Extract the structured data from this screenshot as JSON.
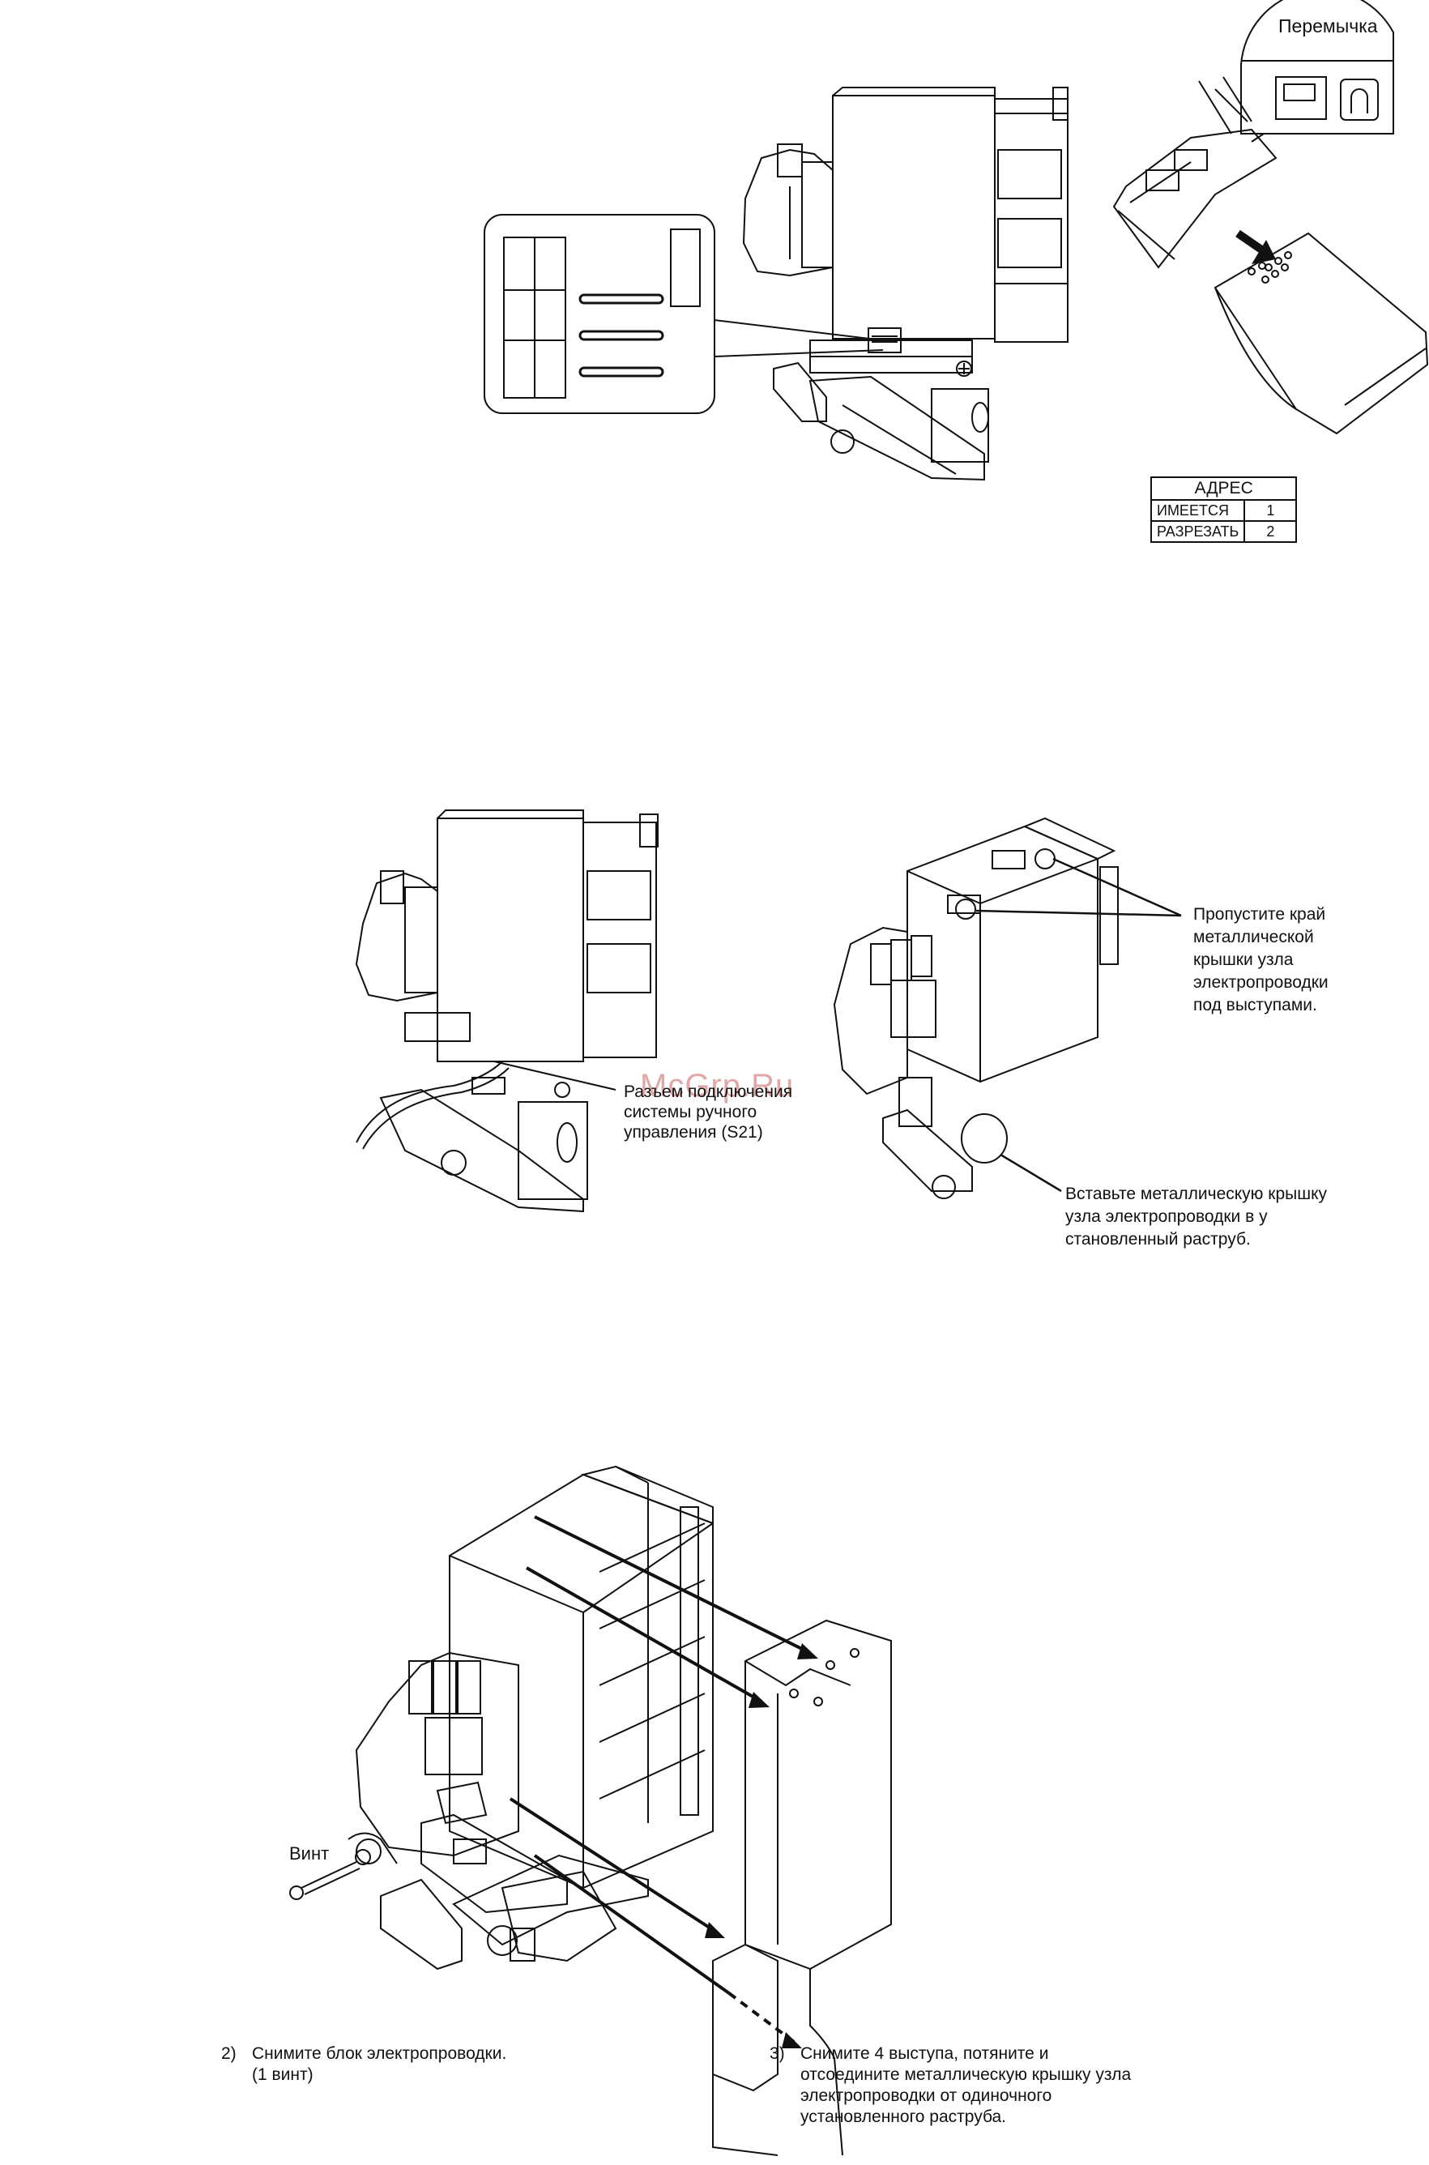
{
  "figure1": {
    "jumper_label": "Перемычка",
    "address_table": {
      "header": "АДРЕС",
      "rows": [
        {
          "label": "ИМЕЕТСЯ",
          "value": "1"
        },
        {
          "label": "РАЗРЕЗАТЬ",
          "value": "2"
        }
      ]
    }
  },
  "figure2": {
    "connector_label": [
      "Разъем подключения",
      "системы ручного",
      "управления (S21)"
    ],
    "pass_edge_note": [
      "Пропустите край",
      "металлической",
      "крышки узла",
      "электропроводки",
      "под выступами."
    ],
    "insert_cover_note": [
      "Вставьте металлическую крышку",
      "узла электропроводки в у",
      "становленный раструб."
    ]
  },
  "figure3": {
    "screw_label": "Винт"
  },
  "watermark": "McGrp.Ru",
  "steps": [
    {
      "number": "2)",
      "lines": [
        "Снимите блок электропроводки.",
        "(1 винт)"
      ]
    },
    {
      "number": "3)",
      "lines": [
        "Снимите 4 выступа, потяните и",
        "отсоедините металлическую крышку узла",
        "электропроводки от одиночного",
        "установленного раструба."
      ]
    }
  ]
}
